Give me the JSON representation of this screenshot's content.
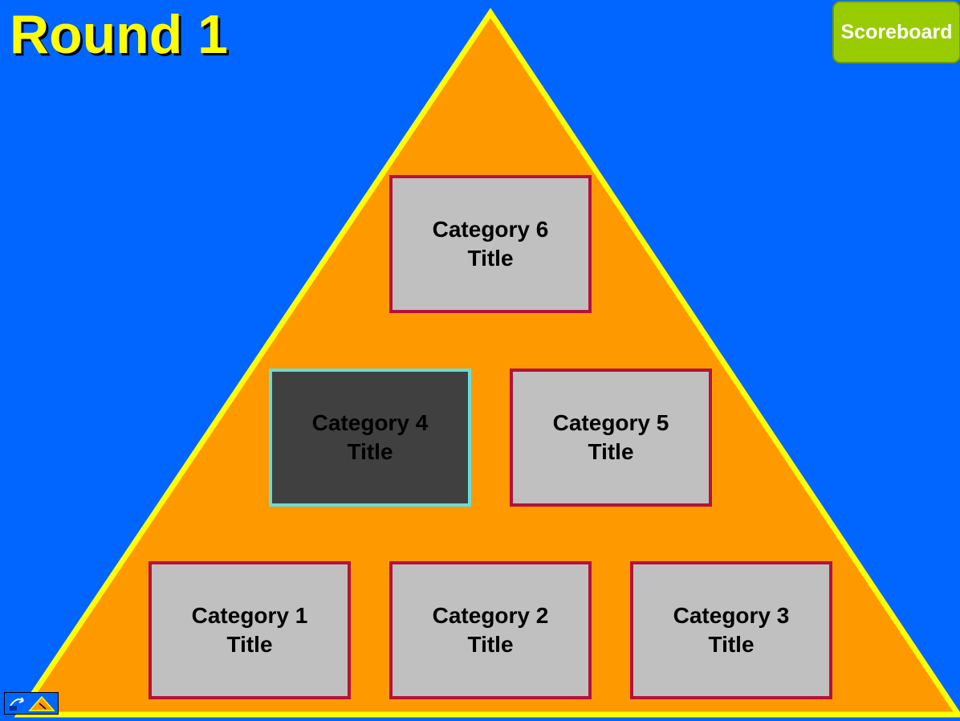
{
  "round": {
    "title": "Round 1"
  },
  "buttons": {
    "scoreboard": "Scoreboard"
  },
  "categories": [
    {
      "line1": "Category 1",
      "line2": "Title",
      "selected": false
    },
    {
      "line1": "Category 2",
      "line2": "Title",
      "selected": false
    },
    {
      "line1": "Category 3",
      "line2": "Title",
      "selected": false
    },
    {
      "line1": "Category 4",
      "line2": "Title",
      "selected": true
    },
    {
      "line1": "Category 5",
      "line2": "Title",
      "selected": false
    },
    {
      "line1": "Category 6",
      "line2": "Title",
      "selected": false
    }
  ],
  "colors": {
    "background": "#0066FF",
    "pyramid_fill": "#FF9900",
    "pyramid_outline": "#FFFF00",
    "tile_fill": "#C0C0C0",
    "tile_border": "#B5123A",
    "tile_selected_fill": "#404040",
    "tile_selected_border": "#66DDDD",
    "title_text": "#FFFF00",
    "scoreboard_fill": "#99CC00"
  },
  "icons": {
    "corner": "slide-navigation-icon"
  }
}
